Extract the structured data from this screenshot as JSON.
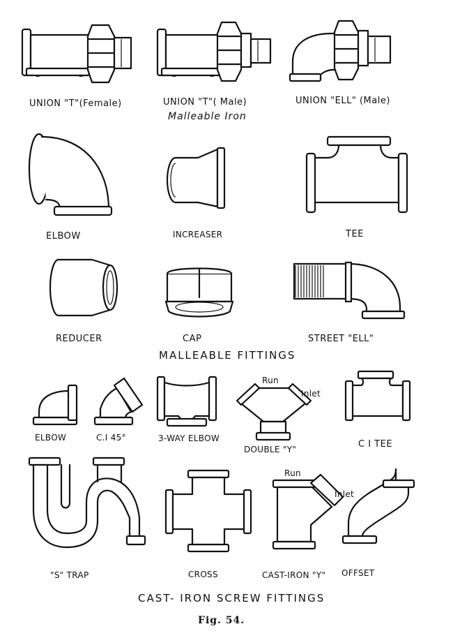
{
  "labels": {
    "union_t_female": "UNION \"T\"(Female)",
    "union_t_male": "UNION \"T\"( Male)",
    "malleable_iron": "Malleable  Iron",
    "union_ell_male": "UNION \"ELL\" (Male)",
    "elbow": "ELBOW",
    "increaser": "INCREASER",
    "tee": "TEE",
    "reducer": "REDUCER",
    "cap": "CAP",
    "street_ell": "STREET \"ELL\"",
    "malleable_fittings": "MALLEABLE  FITTINGS",
    "ci_elbow": "ELBOW",
    "ci_45": "C.I 45°",
    "three_way_elbow": "3-WAY ELBOW",
    "double_y": "DOUBLE \"Y\"",
    "double_y_run": "Run",
    "double_y_inlet": "Inlet",
    "ci_tee": "C I TEE",
    "s_trap": "\"S\" TRAP",
    "cross": "CROSS",
    "cast_iron_y": "CAST-IRON \"Y\"",
    "cast_iron_y_run": "Run",
    "cast_iron_y_inlet": "Inlet",
    "offset": "OFFSET",
    "cast_iron_screw_fittings": "CAST- IRON  SCREW  FITTINGS",
    "figure_caption": "Fig. 54."
  }
}
